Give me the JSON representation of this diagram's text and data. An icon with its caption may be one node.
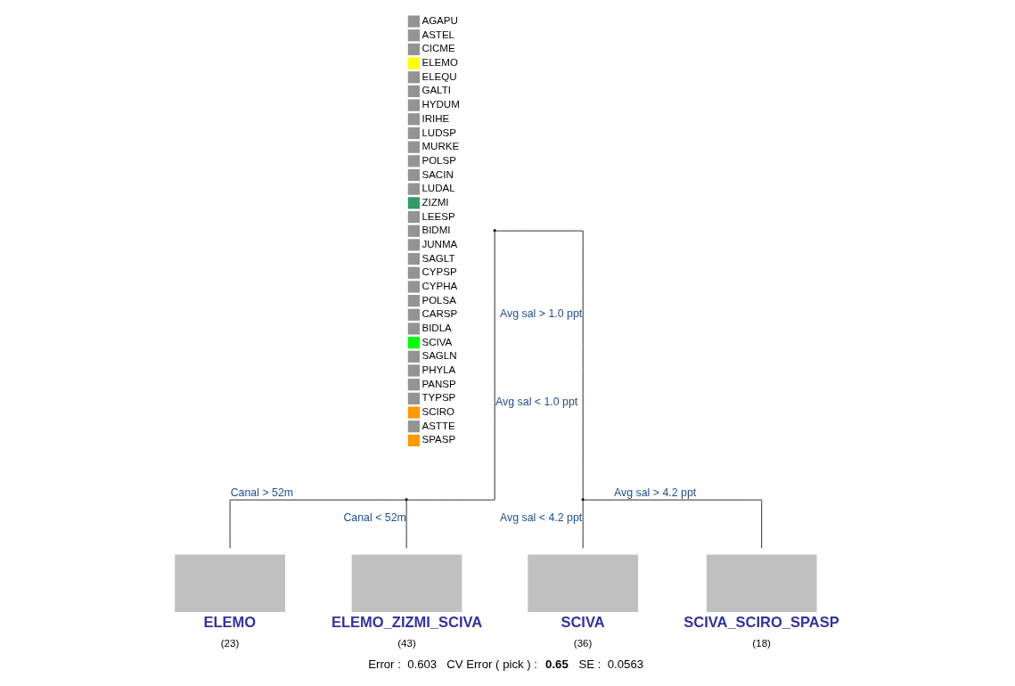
{
  "diagram": {
    "caption": "Error :  0.603   CV Error ( pick ) :  **0.65**    SE :  0.0563",
    "nodes": [
      {
        "text": [],
        "shape": "point"
      },
      {
        "text": [],
        "shape": "point"
      },
      {
        "text": [],
        "shape": "point"
      },
      {
        "text": [
          "ELEMO"
        ],
        "beside": [
          "(23)"
        ]
      },
      {
        "text": [
          "ELEMO_ZIZMI_SCIVA"
        ],
        "beside": [
          "(43)"
        ]
      },
      {
        "text": [
          "SCIVA"
        ],
        "beside": [
          "(36)"
        ]
      },
      {
        "text": [
          "SCIVA_SCIRO_SPASP"
        ],
        "beside": [
          "(18)"
        ]
      }
    ],
    "edges": [
      {
        "from": 0,
        "to": 1,
        "arrow": "none",
        "label": "Avg sal < 1.0 ppt"
      },
      {
        "from": 0,
        "to": 2,
        "arrow": "none",
        "label": "Avg sal > 1.0 ppt"
      },
      {
        "from": 1,
        "to": 3,
        "arrow": "none",
        "label": "Canal > 52m"
      },
      {
        "from": 1,
        "to": 4,
        "arrow": "none",
        "label": "Canal < 52m"
      },
      {
        "from": 2,
        "to": 5,
        "arrow": "none",
        "label": "Avg sal < 4.2 ppt"
      },
      {
        "from": 2,
        "to": 6,
        "arrow": "none",
        "label": "Avg sal > 4.2 ppt"
      }
    ],
    "legend": [
      {
        "text": "AGAPU",
        "color": "#939393"
      },
      {
        "text": "ASTEL",
        "color": "#939393"
      },
      {
        "text": "CICME",
        "color": "#939393"
      },
      {
        "text": "ELEMO",
        "color": "#ffff00"
      },
      {
        "text": "ELEQU",
        "color": "#939393"
      },
      {
        "text": "GALTI",
        "color": "#939393"
      },
      {
        "text": "HYDUM",
        "color": "#939393"
      },
      {
        "text": "IRIHE",
        "color": "#939393"
      },
      {
        "text": "LUDSP",
        "color": "#939393"
      },
      {
        "text": "MURKE",
        "color": "#939393"
      },
      {
        "text": "POLSP",
        "color": "#939393"
      },
      {
        "text": "SACIN",
        "color": "#939393"
      },
      {
        "text": "LUDAL",
        "color": "#939393"
      },
      {
        "text": "ZIZMI",
        "color": "#339966"
      },
      {
        "text": "LEESP",
        "color": "#939393"
      },
      {
        "text": "BIDMI",
        "color": "#939393"
      },
      {
        "text": "JUNMA",
        "color": "#939393"
      },
      {
        "text": "SAGLT",
        "color": "#939393"
      },
      {
        "text": "CYPSP",
        "color": "#939393"
      },
      {
        "text": "CYPHA",
        "color": "#939393"
      },
      {
        "text": "POLSA",
        "color": "#939393"
      },
      {
        "text": "CARSP",
        "color": "#939393"
      },
      {
        "text": "BIDLA",
        "color": "#939393"
      },
      {
        "text": "SCIVA",
        "color": "#00ff00"
      },
      {
        "text": "SAGLN",
        "color": "#939393"
      },
      {
        "text": "PHYLA",
        "color": "#939393"
      },
      {
        "text": "PANSP",
        "color": "#939393"
      },
      {
        "text": "TYPSP",
        "color": "#939393"
      },
      {
        "text": "SCIRO",
        "color": "#ff9900"
      },
      {
        "text": "ASTTE",
        "color": "#939393"
      },
      {
        "text": "SPASP",
        "color": "#ff9900"
      }
    ]
  }
}
